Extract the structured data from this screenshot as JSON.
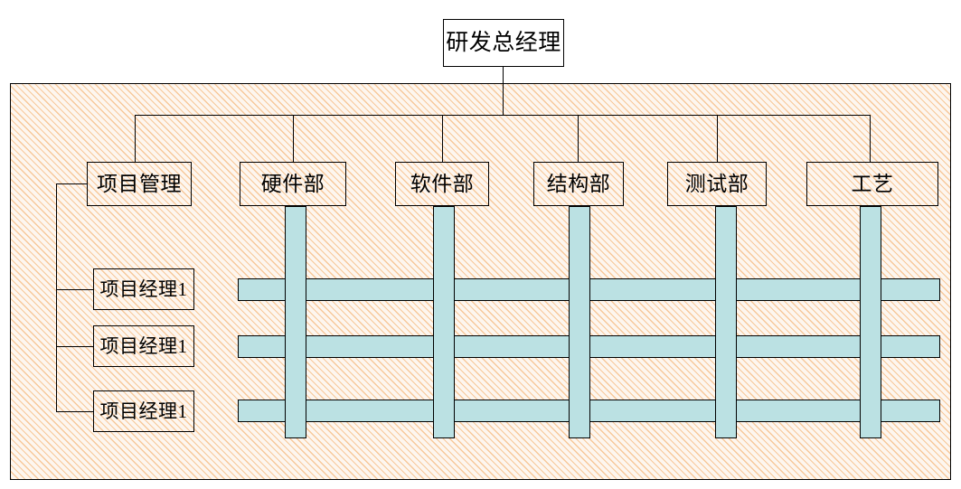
{
  "diagram": {
    "title_box": {
      "label": "研发总经理"
    },
    "departments": [
      {
        "label": "项目管理"
      },
      {
        "label": "硬件部"
      },
      {
        "label": "软件部"
      },
      {
        "label": "结构部"
      },
      {
        "label": "测试部"
      },
      {
        "label": "工艺"
      }
    ],
    "project_managers": [
      {
        "label": "项目经理1"
      },
      {
        "label": "项目经理1"
      },
      {
        "label": "项目经理1"
      }
    ],
    "colors": {
      "bar_fill": "#bbe1e3",
      "bar_stroke": "#000000",
      "frame_hatch": "#f7c89a",
      "frame_bg": "#fdf6ef",
      "line": "#000000",
      "text": "#000000",
      "page_bg": "#ffffff"
    },
    "matrix": {
      "vertical_bar_count": 5,
      "horizontal_bar_count": 3,
      "note": "matrix organization grid"
    }
  }
}
